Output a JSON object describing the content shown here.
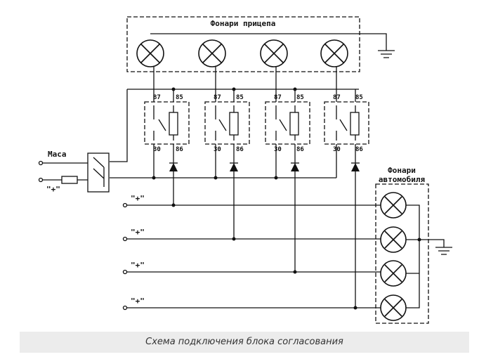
{
  "labels": {
    "trailer_lamps": "Фонари прицепа",
    "car_lamps_line1": "Фонари",
    "car_lamps_line2": "автомобиля",
    "ground": "Маса",
    "plus_inputs": [
      "\"+\"",
      "\"+\"",
      "\"+\"",
      "\"+\"",
      "\"+\""
    ]
  },
  "relays": [
    {
      "pins_top": [
        "87",
        "85"
      ],
      "pins_bottom": [
        "30",
        "86"
      ]
    },
    {
      "pins_top": [
        "87",
        "85"
      ],
      "pins_bottom": [
        "30",
        "86"
      ]
    },
    {
      "pins_top": [
        "87",
        "85"
      ],
      "pins_bottom": [
        "30",
        "86"
      ]
    },
    {
      "pins_top": [
        "87",
        "85"
      ],
      "pins_bottom": [
        "30",
        "86"
      ]
    }
  ],
  "caption": "Схема подключения блока согласования"
}
